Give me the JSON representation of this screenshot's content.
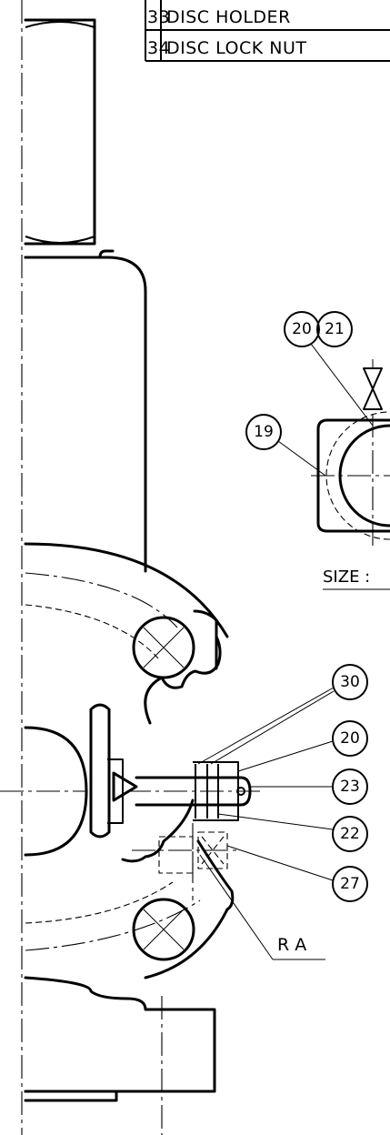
{
  "bom_table": {
    "rows": [
      {
        "item": "33",
        "description": "DISC HOLDER"
      },
      {
        "item": "34",
        "description": "DISC LOCK NUT"
      }
    ]
  },
  "balloons": {
    "b20_top": "20",
    "b21_top": "21",
    "b19": "19",
    "b30": "30",
    "b20": "20",
    "b23": "23",
    "b22": "22",
    "b27": "27"
  },
  "labels": {
    "size": "SIZE :",
    "section": "R A"
  }
}
